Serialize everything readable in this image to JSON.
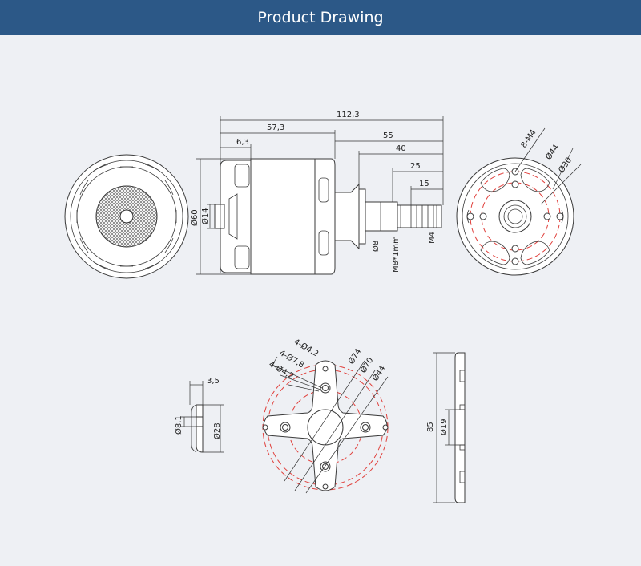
{
  "header": {
    "title": "Product Drawing"
  },
  "side_view": {
    "overall_length": "112,3",
    "body_length": "57,3",
    "shaft_55": "55",
    "shaft_40": "40",
    "shaft_25": "25",
    "thread_15": "15",
    "rear_6_3": "6,3",
    "diameter_60": "Ø60",
    "diameter_14": "Ø14",
    "diameter_8": "Ø8",
    "thread_m8": "M8*1mm",
    "thread_m4": "M4"
  },
  "front_view": {
    "holes_8_m4": "8-M4",
    "diameter_44": "Ø44",
    "diameter_30": "Ø30"
  },
  "washer_view": {
    "thickness": "3,5",
    "diameter_8_1": "Ø8,1",
    "diameter_28": "Ø28"
  },
  "mount_view": {
    "label_4_4_2_top": "4-Ø4,2",
    "label_4_7_8": "4-Ø7,8",
    "label_4_4_2": "4-Ø4,2",
    "diameter_74": "Ø74",
    "diameter_70": "Ø70",
    "diameter_44": "Ø44"
  },
  "mount_side_view": {
    "height_85": "85",
    "diameter_19": "Ø19"
  }
}
